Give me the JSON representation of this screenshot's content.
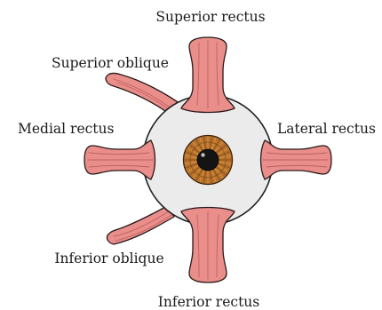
{
  "labels": {
    "superior_rectus": "Superior rectus",
    "superior_oblique": "Superior oblique",
    "medial_rectus": "Medial rectus",
    "lateral_rectus": "Lateral rectus",
    "inferior_oblique": "Inferior oblique",
    "inferior_rectus": "Inferior rectus"
  },
  "colors": {
    "muscle": "#e98e8a",
    "muscle_fiber": "#b85a58",
    "sclera": "#ebebeb",
    "iris": "#b8722a",
    "pupil": "#141414",
    "outline": "#1e1e1e"
  }
}
